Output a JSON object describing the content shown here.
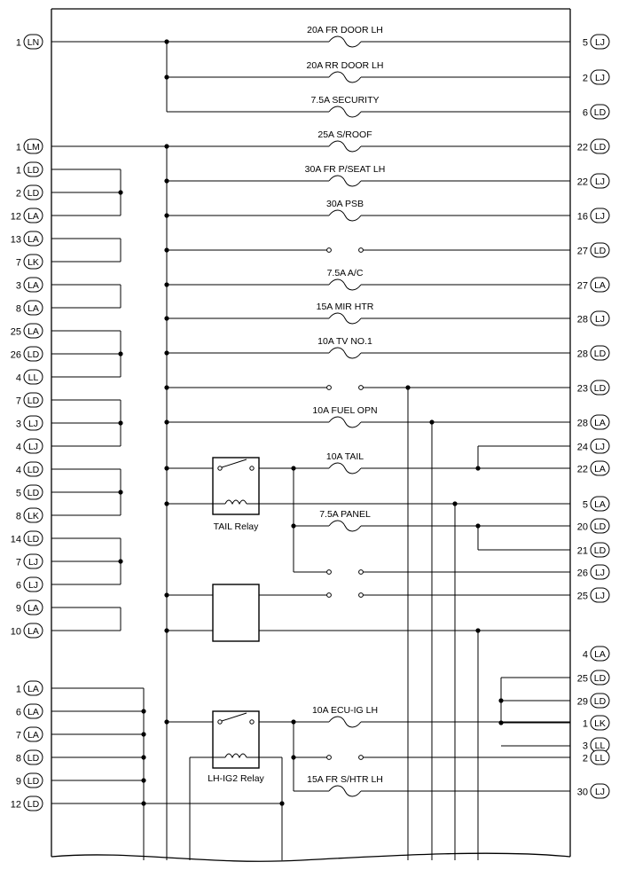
{
  "fuses": [
    {
      "label": "20A FR DOOR LH",
      "type": "fuse"
    },
    {
      "label": "20A RR DOOR LH",
      "type": "fuse"
    },
    {
      "label": "7.5A SECURITY",
      "type": "fuse"
    },
    {
      "label": "25A S/ROOF",
      "type": "fuse"
    },
    {
      "label": "30A FR P/SEAT LH",
      "type": "fuse"
    },
    {
      "label": "30A PSB",
      "type": "fuse"
    },
    {
      "label": "",
      "type": "contacts"
    },
    {
      "label": "7.5A A/C",
      "type": "fuse"
    },
    {
      "label": "15A MIR HTR",
      "type": "fuse"
    },
    {
      "label": "10A TV NO.1",
      "type": "fuse"
    },
    {
      "label": "",
      "type": "contacts"
    },
    {
      "label": "10A FUEL OPN",
      "type": "fuse"
    },
    {
      "label": "10A TAIL",
      "type": "fuse"
    },
    {
      "label": "7.5A PANEL",
      "type": "fuse"
    },
    {
      "label": "",
      "type": "contacts"
    },
    {
      "label": "",
      "type": "contacts"
    },
    {
      "label": "10A ECU-IG LH",
      "type": "fuse"
    },
    {
      "label": "",
      "type": "contacts"
    },
    {
      "label": "15A FR S/HTR LH",
      "type": "fuse"
    }
  ],
  "relays": [
    {
      "label": "TAIL Relay"
    },
    {
      "label": ""
    },
    {
      "label": "LH-IG2 Relay"
    }
  ],
  "left_connectors": [
    {
      "num": "1",
      "conn": "LN"
    },
    {
      "num": "1",
      "conn": "LM"
    },
    {
      "num": "1",
      "conn": "LD"
    },
    {
      "num": "2",
      "conn": "LD"
    },
    {
      "num": "12",
      "conn": "LA"
    },
    {
      "num": "13",
      "conn": "LA"
    },
    {
      "num": "7",
      "conn": "LK"
    },
    {
      "num": "3",
      "conn": "LA"
    },
    {
      "num": "8",
      "conn": "LA"
    },
    {
      "num": "25",
      "conn": "LA"
    },
    {
      "num": "26",
      "conn": "LD"
    },
    {
      "num": "4",
      "conn": "LL"
    },
    {
      "num": "7",
      "conn": "LD"
    },
    {
      "num": "3",
      "conn": "LJ"
    },
    {
      "num": "4",
      "conn": "LJ"
    },
    {
      "num": "4",
      "conn": "LD"
    },
    {
      "num": "5",
      "conn": "LD"
    },
    {
      "num": "8",
      "conn": "LK"
    },
    {
      "num": "14",
      "conn": "LD"
    },
    {
      "num": "7",
      "conn": "LJ"
    },
    {
      "num": "6",
      "conn": "LJ"
    },
    {
      "num": "9",
      "conn": "LA"
    },
    {
      "num": "10",
      "conn": "LA"
    },
    {
      "num": "1",
      "conn": "LA"
    },
    {
      "num": "6",
      "conn": "LA"
    },
    {
      "num": "7",
      "conn": "LA"
    },
    {
      "num": "8",
      "conn": "LD"
    },
    {
      "num": "9",
      "conn": "LD"
    },
    {
      "num": "12",
      "conn": "LD"
    }
  ],
  "right_connectors": [
    {
      "num": "5",
      "conn": "LJ"
    },
    {
      "num": "2",
      "conn": "LJ"
    },
    {
      "num": "6",
      "conn": "LD"
    },
    {
      "num": "22",
      "conn": "LD"
    },
    {
      "num": "22",
      "conn": "LJ"
    },
    {
      "num": "16",
      "conn": "LJ"
    },
    {
      "num": "27",
      "conn": "LD"
    },
    {
      "num": "27",
      "conn": "LA"
    },
    {
      "num": "28",
      "conn": "LJ"
    },
    {
      "num": "28",
      "conn": "LD"
    },
    {
      "num": "23",
      "conn": "LD"
    },
    {
      "num": "28",
      "conn": "LA"
    },
    {
      "num": "24",
      "conn": "LJ"
    },
    {
      "num": "22",
      "conn": "LA"
    },
    {
      "num": "5",
      "conn": "LA"
    },
    {
      "num": "20",
      "conn": "LD"
    },
    {
      "num": "21",
      "conn": "LD"
    },
    {
      "num": "26",
      "conn": "LJ"
    },
    {
      "num": "25",
      "conn": "LJ"
    },
    {
      "num": "4",
      "conn": "LA"
    },
    {
      "num": "25",
      "conn": "LD"
    },
    {
      "num": "29",
      "conn": "LD"
    },
    {
      "num": "1",
      "conn": "LK"
    },
    {
      "num": "3",
      "conn": "LL"
    },
    {
      "num": "2",
      "conn": "LL"
    },
    {
      "num": "30",
      "conn": "LJ"
    }
  ]
}
